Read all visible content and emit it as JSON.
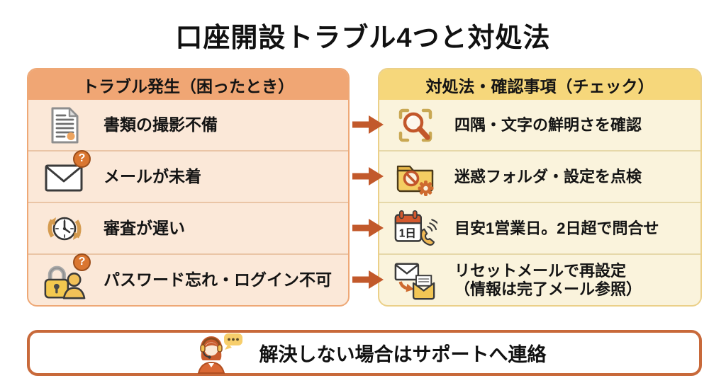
{
  "title": "口座開設トラブル4つと対処法",
  "colors": {
    "left_header_bg": "#F0A674",
    "left_body_bg": "#FBE8D8",
    "right_header_bg": "#F6D77B",
    "right_body_bg": "#FAF3DC",
    "arrow": "#C2592B",
    "footer_border": "#C8693A",
    "question_badge": "#DA7630",
    "accent_orange": "#D4592E",
    "accent_yellow": "#F2C655"
  },
  "left_panel": {
    "header": "トラブル発生（困ったとき）",
    "rows": [
      {
        "icon": "document-icon",
        "label": "書類の撮影不備"
      },
      {
        "icon": "mail-question-icon",
        "label": "メールが未着",
        "badge": "?"
      },
      {
        "icon": "clock-refresh-icon",
        "label": "審査が遅い"
      },
      {
        "icon": "lock-user-question-icon",
        "label": "パスワード忘れ・ログイン不可",
        "badge": "?"
      }
    ]
  },
  "right_panel": {
    "header": "対処法・確認事項（チェック）",
    "rows": [
      {
        "icon": "magnifier-frame-icon",
        "label": "四隅・文字の鮮明さを確認"
      },
      {
        "icon": "folder-block-gear-icon",
        "label": "迷惑フォルダ・設定を点検"
      },
      {
        "icon": "calendar-phone-icon",
        "label": "目安1営業日。2日超で問合せ",
        "icon_text": "1日"
      },
      {
        "icon": "mail-reset-icon",
        "label": "リセットメールで再設定",
        "label_line2": "（情報は完了メール参照）"
      }
    ]
  },
  "footer": {
    "icon": "support-agent-icon",
    "label": "解決しない場合はサポートへ連絡"
  }
}
